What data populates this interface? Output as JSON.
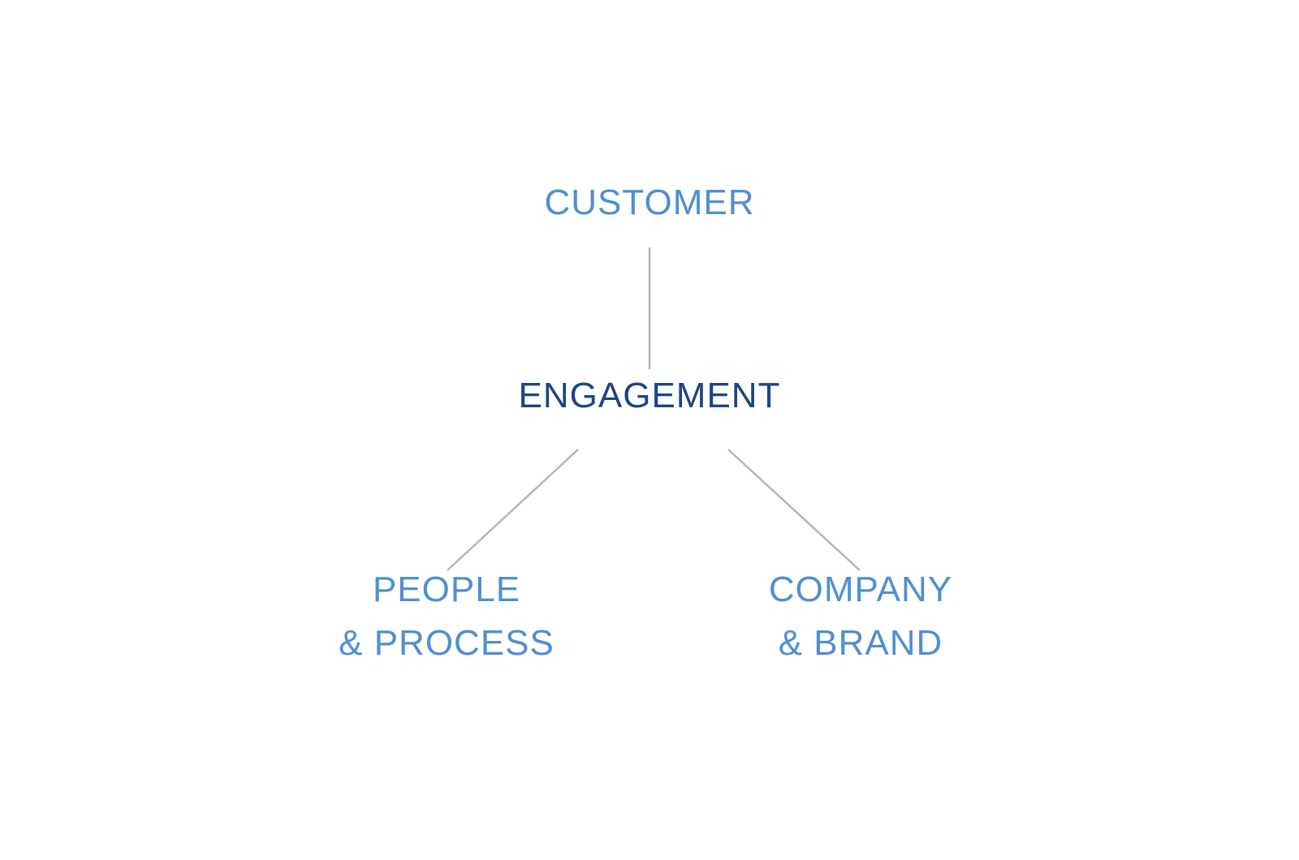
{
  "diagram": {
    "nodes": {
      "customer": {
        "label": "CUSTOMER"
      },
      "engagement": {
        "label": "ENGAGEMENT"
      },
      "people_process": {
        "line1": "PEOPLE",
        "line2": "& PROCESS"
      },
      "company_brand": {
        "line1": "COMPANY",
        "line2": "& BRAND"
      }
    },
    "connections": [
      {
        "from": "customer",
        "to": "engagement"
      },
      {
        "from": "engagement",
        "to": "people_process"
      },
      {
        "from": "engagement",
        "to": "company_brand"
      }
    ]
  },
  "colors": {
    "label_primary": "#4f8fd0",
    "label_emphasis": "#1c4583",
    "connector": "#b5b5b5",
    "background": "#ffffff"
  }
}
